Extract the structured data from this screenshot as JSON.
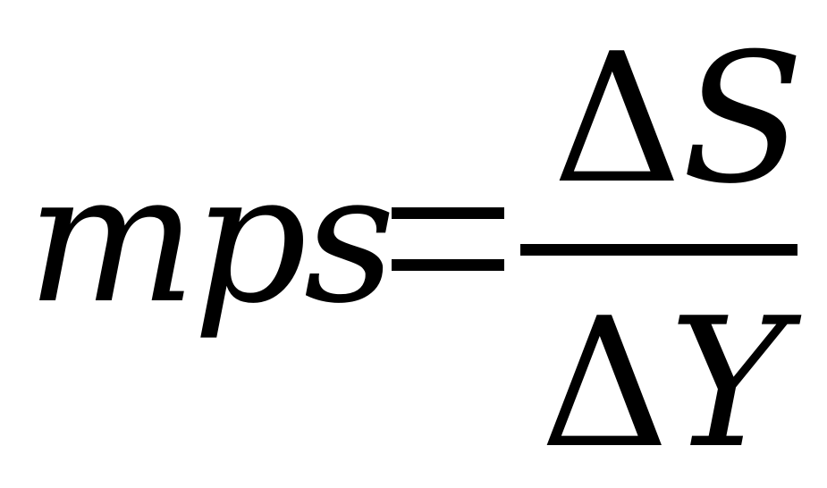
{
  "equation": {
    "lhs": "mps",
    "numerator": {
      "operator": "Δ",
      "variable": "S"
    },
    "denominator": {
      "operator": "Δ",
      "variable": "Y"
    }
  }
}
